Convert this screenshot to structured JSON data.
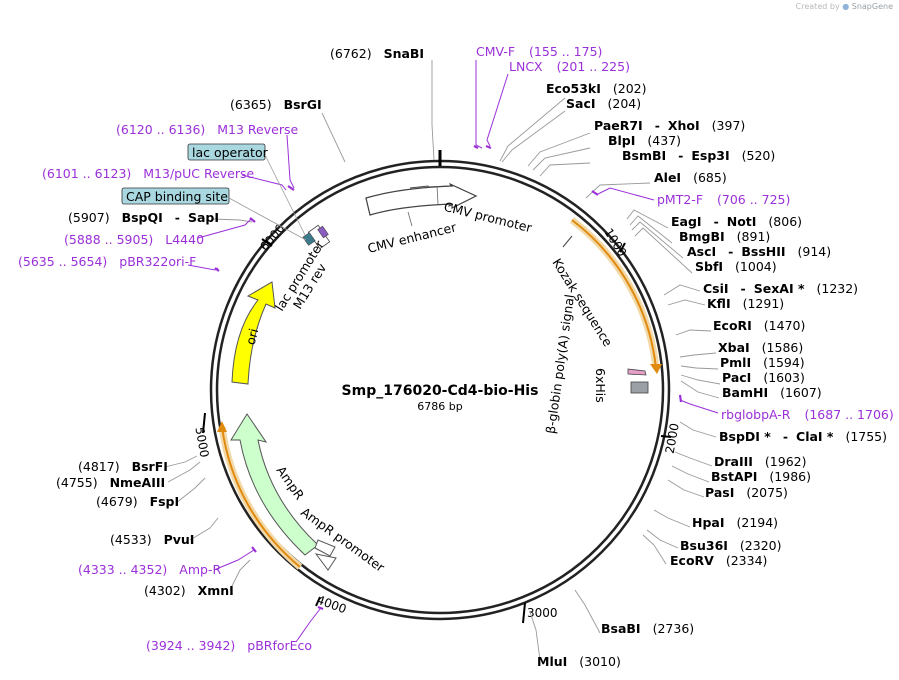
{
  "credit": {
    "prefix": "Created by",
    "brand": "SnapGene"
  },
  "plasmid": {
    "name": "Smp_176020-Cd4-bio-His",
    "length_label": "6786 bp",
    "length": 6786
  },
  "ticks": [
    "1000",
    "2000",
    "3000",
    "4000",
    "5000",
    "6000"
  ],
  "colors": {
    "primer": "#9b30d9",
    "ori": "#ffff00",
    "ampr": "#ccffcc",
    "orf": "#e8a020",
    "boxed": "#a9d8e0"
  },
  "sites": [
    {
      "name": "SnaBI",
      "pos": "(6762)"
    },
    {
      "name": "BsrGI",
      "pos": "(6365)"
    },
    {
      "name": "Eco53kI",
      "pos": "(202)"
    },
    {
      "name": "SacI",
      "pos": "(204)"
    },
    {
      "name": "PaeR7I",
      "pos": "(397)",
      "name2": "XhoI"
    },
    {
      "name": "BlpI",
      "pos": "(437)"
    },
    {
      "name": "BsmBI",
      "pos": "(520)",
      "name2": "Esp3I"
    },
    {
      "name": "AleI",
      "pos": "(685)"
    },
    {
      "name": "EagI",
      "pos": "(806)",
      "name2": "NotI"
    },
    {
      "name": "BmgBI",
      "pos": "(891)"
    },
    {
      "name": "AscI",
      "pos": "(914)",
      "name2": "BssHII"
    },
    {
      "name": "SbfI",
      "pos": "(1004)"
    },
    {
      "name": "CsiI",
      "pos": "(1232)",
      "name2": "SexAI *"
    },
    {
      "name": "KflI",
      "pos": "(1291)"
    },
    {
      "name": "EcoRI",
      "pos": "(1470)"
    },
    {
      "name": "XbaI",
      "pos": "(1586)"
    },
    {
      "name": "PmlI",
      "pos": "(1594)"
    },
    {
      "name": "PacI",
      "pos": "(1603)"
    },
    {
      "name": "BamHI",
      "pos": "(1607)"
    },
    {
      "name": "BspDI *",
      "pos": "(1755)",
      "name2": "ClaI *"
    },
    {
      "name": "DraIII",
      "pos": "(1962)"
    },
    {
      "name": "BstAPI",
      "pos": "(1986)"
    },
    {
      "name": "PasI",
      "pos": "(2075)"
    },
    {
      "name": "HpaI",
      "pos": "(2194)"
    },
    {
      "name": "Bsu36I",
      "pos": "(2320)"
    },
    {
      "name": "EcoRV",
      "pos": "(2334)"
    },
    {
      "name": "BsaBI",
      "pos": "(2736)"
    },
    {
      "name": "MluI",
      "pos": "(3010)"
    },
    {
      "name": "XmnI",
      "pos": "(4302)"
    },
    {
      "name": "PvuI",
      "pos": "(4533)"
    },
    {
      "name": "FspI",
      "pos": "(4679)"
    },
    {
      "name": "NmeAIII",
      "pos": "(4755)"
    },
    {
      "name": "BsrFI",
      "pos": "(4817)"
    },
    {
      "name": "BspQI",
      "pos": "(5907)",
      "name2": "SapI"
    }
  ],
  "primers": [
    {
      "name": "CMV-F",
      "range": "(155 .. 175)"
    },
    {
      "name": "LNCX",
      "range": "(201 .. 225)"
    },
    {
      "name": "pMT2-F",
      "range": "(706 .. 725)"
    },
    {
      "name": "rbglobpA-R",
      "range": "(1687 .. 1706)"
    },
    {
      "name": "Amp-R",
      "range": "(4333 .. 4352)"
    },
    {
      "name": "pBRforEco",
      "range": "(3924 .. 3942)"
    },
    {
      "name": "M13 Reverse",
      "range": "(6120 .. 6136)"
    },
    {
      "name": "M13/pUC Reverse",
      "range": "(6101 .. 6123)"
    },
    {
      "name": "L4440",
      "range": "(5888 .. 5905)"
    },
    {
      "name": "pBR322ori-F",
      "range": "(5635 .. 5654)"
    }
  ],
  "boxed": [
    "lac operator",
    "CAP binding site"
  ],
  "features": {
    "cmv_enhancer": "CMV enhancer",
    "cmv_promoter": "CMV promoter",
    "kozak": "Kozak sequence",
    "his": "6xHis",
    "globin": "β-globin poly(A) signal",
    "ori": "ori",
    "ampr": "AmpR",
    "ampr_promoter": "AmpR promoter",
    "lac_promoter": "lac promoter",
    "m13_rev": "M13 rev"
  }
}
